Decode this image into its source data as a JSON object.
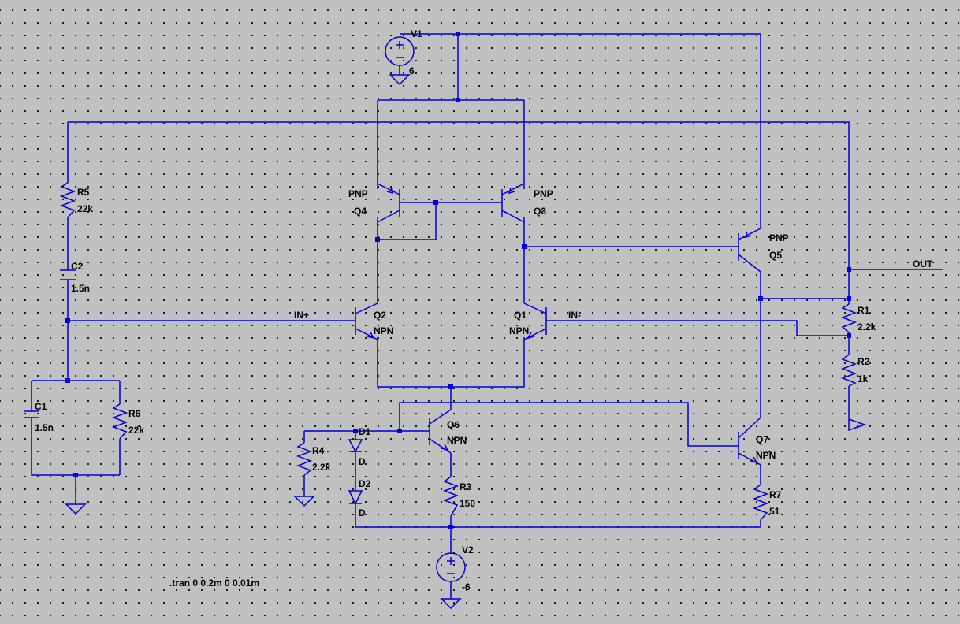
{
  "colors": {
    "wire": "#0000d8",
    "text": "#000000",
    "background": "#c0c0c0"
  },
  "components": {
    "V1": {
      "name": "V1",
      "value": "6"
    },
    "V2": {
      "name": "V2",
      "value": "-6"
    },
    "R1": {
      "name": "R1",
      "value": "2.2k"
    },
    "R2": {
      "name": "R2",
      "value": "1k"
    },
    "R3": {
      "name": "R3",
      "value": "150"
    },
    "R4": {
      "name": "R4",
      "value": "2.2k"
    },
    "R5": {
      "name": "R5",
      "value": "22k"
    },
    "R6": {
      "name": "R6",
      "value": "22k"
    },
    "R7": {
      "name": "R7",
      "value": "51"
    },
    "C1": {
      "name": "C1",
      "value": "1.5n"
    },
    "C2": {
      "name": "C2",
      "value": "1.5n"
    },
    "D1": {
      "name": "D1",
      "value": "D"
    },
    "D2": {
      "name": "D2",
      "value": "D"
    },
    "Q1": {
      "name": "Q1",
      "type": "NPN"
    },
    "Q2": {
      "name": "Q2",
      "type": "NPN"
    },
    "Q3": {
      "name": "Q3",
      "type": "PNP"
    },
    "Q4": {
      "name": "Q4",
      "type": "PNP"
    },
    "Q5": {
      "name": "Q5",
      "type": "PNP"
    },
    "Q6": {
      "name": "Q6",
      "type": "NPN"
    },
    "Q7": {
      "name": "Q7",
      "type": "NPN"
    }
  },
  "net_labels": {
    "in_plus": "IN+",
    "in_minus": "IN-",
    "out": "OUT"
  },
  "directive": ".tran 0 0.2m 0 0.01m"
}
